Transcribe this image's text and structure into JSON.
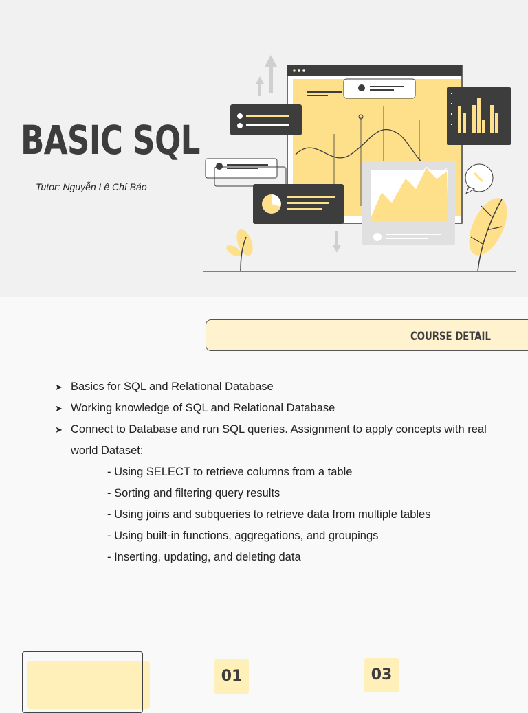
{
  "hero": {
    "title": "BASIC SQL",
    "tutor": "Tutor: Nguyễn Lê Chí Bảo"
  },
  "course_detail": {
    "label": "COURSE DETAIL",
    "items": [
      "Basics for SQL and Relational Database",
      "Working knowledge of SQL and Relational Database",
      "Connect to Database and run SQL queries. Assignment to apply concepts with real world Dataset:"
    ],
    "subitems": [
      "- Using SELECT to retrieve columns from a table",
      "- Sorting and filtering query results",
      "- Using joins and subqueries to retrieve data from multiple tables",
      "- Using built-in functions, aggregations, and groupings",
      "- Inserting, updating, and deleting data"
    ]
  },
  "footer": {
    "numbers": [
      "01",
      "03"
    ]
  },
  "colors": {
    "accent_yellow": "#ffe08a",
    "dark": "#3d3d3d",
    "panel_grey": "#e0e0e0"
  }
}
